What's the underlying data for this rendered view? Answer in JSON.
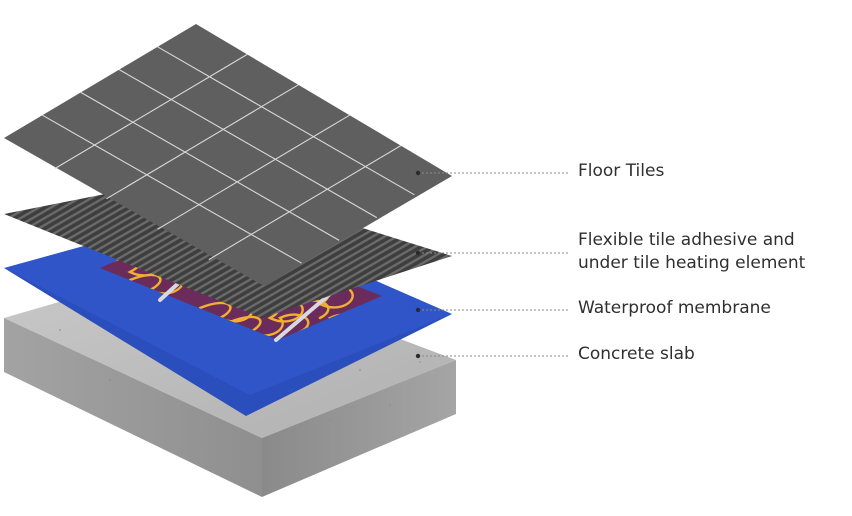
{
  "layers": [
    {
      "id": "floor-tiles",
      "lines": [
        "Floor Tiles"
      ]
    },
    {
      "id": "adhesive",
      "lines": [
        "Flexible tile adhesive and",
        "under tile heating element"
      ]
    },
    {
      "id": "membrane",
      "lines": [
        "Waterproof membrane"
      ]
    },
    {
      "id": "slab",
      "lines": [
        "Concrete slab"
      ]
    }
  ],
  "colors": {
    "tile": "#5f5f5f",
    "grout": "#d9d9d9",
    "adhesive": "#4a4a4a",
    "membrane": "#2f55c8",
    "heating_mat": "#6b2c5c",
    "heating_wire": "#f0b030",
    "slab_top": "#bdbdbd",
    "slab_side": "#9e9e9e",
    "leader_line": "#8a8a8a",
    "text": "#2f2f2f"
  }
}
